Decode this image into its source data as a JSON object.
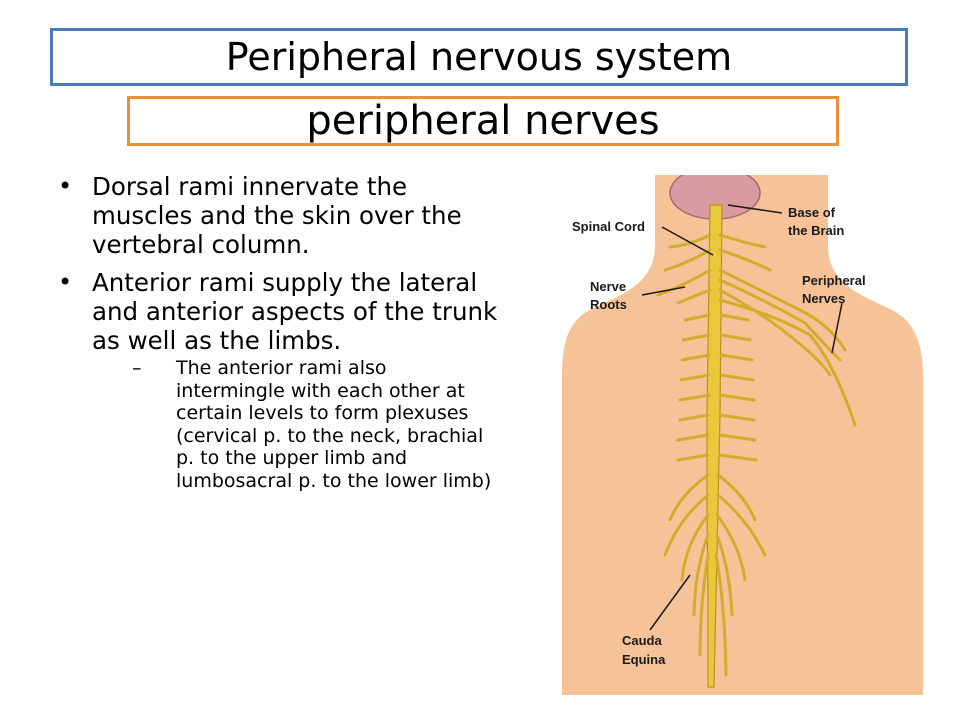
{
  "slide": {
    "title": "Peripheral nervous system",
    "subtitle": "peripheral nerves",
    "bullets": [
      "Dorsal rami innervate the muscles and the skin over the vertebral column.",
      "Anterior rami supply the lateral and anterior aspects of the trunk as well as the limbs."
    ],
    "sub_bullets": [
      "The anterior rami also intermingle with each other at certain levels to form plexuses (cervical p. to the neck, brachial p. to the upper limb and lumbosacral p. to the lower limb)"
    ],
    "bullet_glyph": "•",
    "dash_glyph": "–"
  },
  "figure": {
    "labels": {
      "spinal_cord": "Spinal Cord",
      "base_of_brain_line1": "Base of",
      "base_of_brain_line2": "the Brain",
      "nerve_roots_line1": "Nerve",
      "nerve_roots_line2": "Roots",
      "peripheral_nerves_line1": "Peripheral",
      "peripheral_nerves_line2": "Nerves",
      "cauda_equina_line1": "Cauda",
      "cauda_equina_line2": "Equina"
    },
    "colors": {
      "skin": "#f6c398",
      "nerve": "#e9c83c",
      "nerve_outline": "#b89220",
      "brain": "#d99aa0",
      "title_border": "#4a7ab8",
      "subtitle_border": "#e8913a"
    }
  }
}
